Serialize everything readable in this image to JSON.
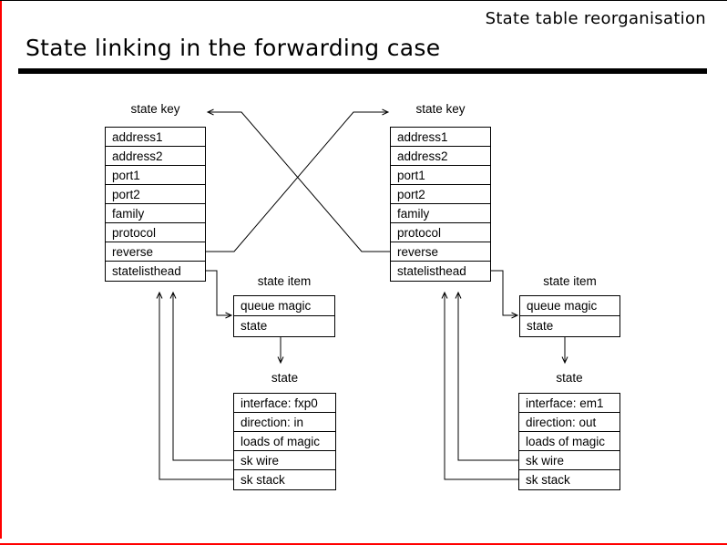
{
  "colors": {
    "accent_red": "#ff0000",
    "line": "#000000",
    "background": "#ffffff"
  },
  "header": {
    "top_title": "State table reorganisation",
    "main_title": "State linking in the forwarding case"
  },
  "diagram": {
    "left_key": {
      "label": "state key",
      "rows": [
        "address1",
        "address2",
        "port1",
        "port2",
        "family",
        "protocol",
        "reverse",
        "statelisthead"
      ]
    },
    "right_key": {
      "label": "state key",
      "rows": [
        "address1",
        "address2",
        "port1",
        "port2",
        "family",
        "protocol",
        "reverse",
        "statelisthead"
      ]
    },
    "left_item": {
      "label": "state item",
      "rows": [
        "queue magic",
        "state"
      ]
    },
    "right_item": {
      "label": "state item",
      "rows": [
        "queue magic",
        "state"
      ]
    },
    "left_state": {
      "label": "state",
      "rows": [
        "interface: fxp0",
        "direction: in",
        "loads of magic",
        "sk wire",
        "sk stack"
      ]
    },
    "right_state": {
      "label": "state",
      "rows": [
        "interface: em1",
        "direction: out",
        "loads of magic",
        "sk wire",
        "sk stack"
      ]
    }
  }
}
